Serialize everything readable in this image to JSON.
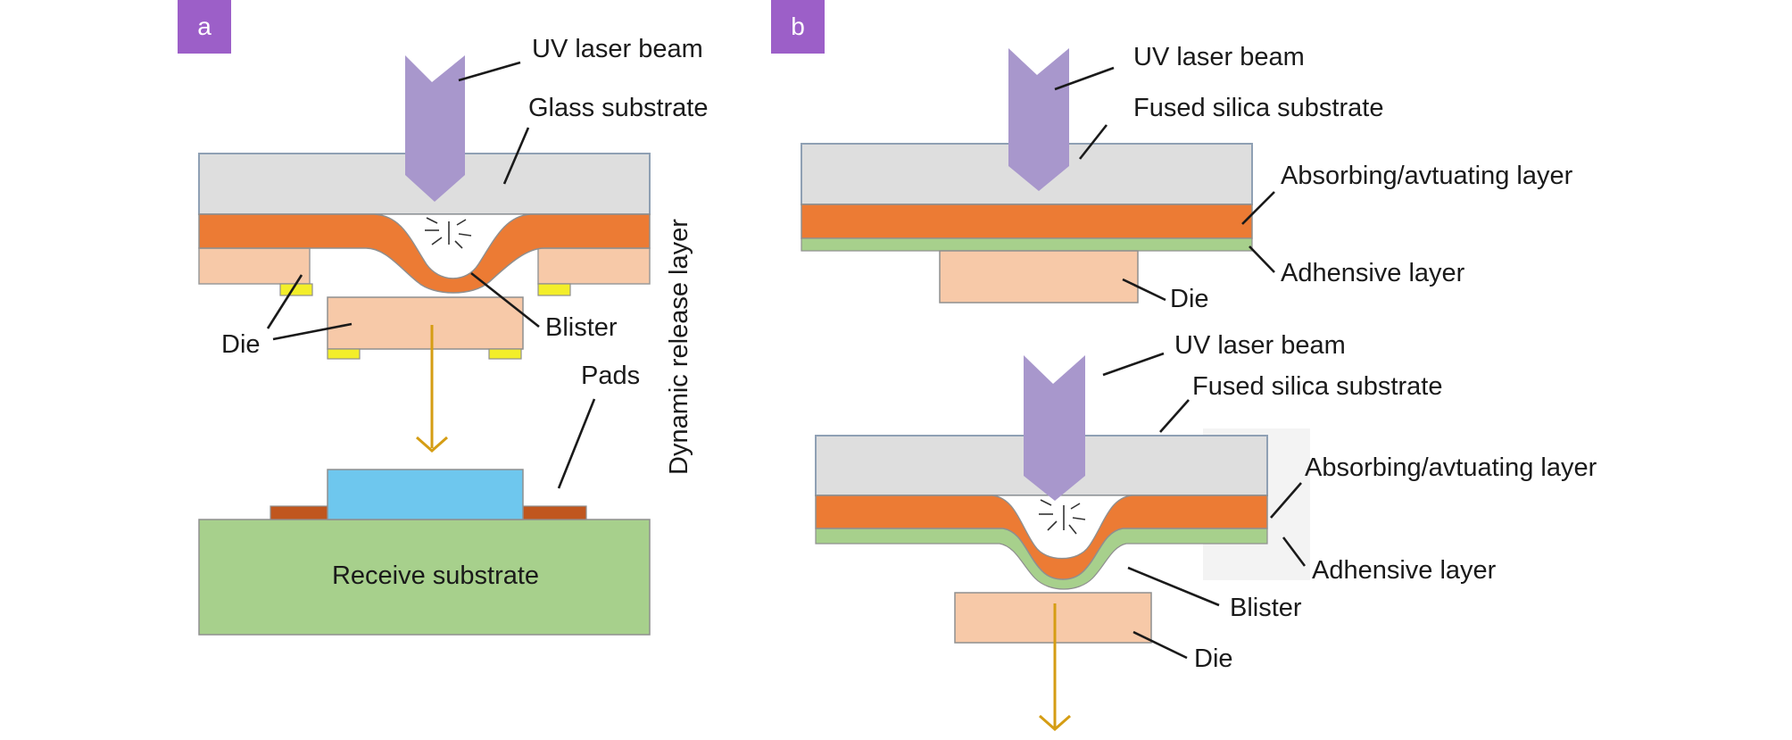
{
  "panel_a": {
    "tag": "a",
    "labels": {
      "uv_laser_beam": "UV laser beam",
      "glass_substrate": "Glass substrate",
      "dynamic_release_layer": "Dynamic release layer",
      "blister": "Blister",
      "die": "Die",
      "pads": "Pads",
      "receive_substrate": "Receive substrate"
    }
  },
  "panel_b": {
    "tag": "b",
    "top": {
      "uv_laser_beam": "UV laser beam",
      "fused_silica_substrate": "Fused silica substrate",
      "absorbing_layer": "Absorbing/avtuating layer",
      "adhesive_layer": "Adhensive layer",
      "die": "Die"
    },
    "bottom": {
      "uv_laser_beam": "UV laser beam",
      "fused_silica_substrate": "Fused silica substrate",
      "absorbing_layer": "Absorbing/avtuating layer",
      "adhesive_layer": "Adhensive layer",
      "blister": "Blister",
      "die": "Die"
    }
  },
  "colors": {
    "tag_bg": "#9c5fc8",
    "laser": "#a897cc",
    "glass": "#dedede",
    "release_layer": "#ec7b34",
    "adhesive": "#a7d08c",
    "die": "#f7c9a8",
    "pad_yellow": "#f3ee2a",
    "receive_substrate": "#a7d08c",
    "chip_blue": "#6ec7ee",
    "pad_brown": "#c0561e",
    "arrow_gold": "#d59d14"
  }
}
